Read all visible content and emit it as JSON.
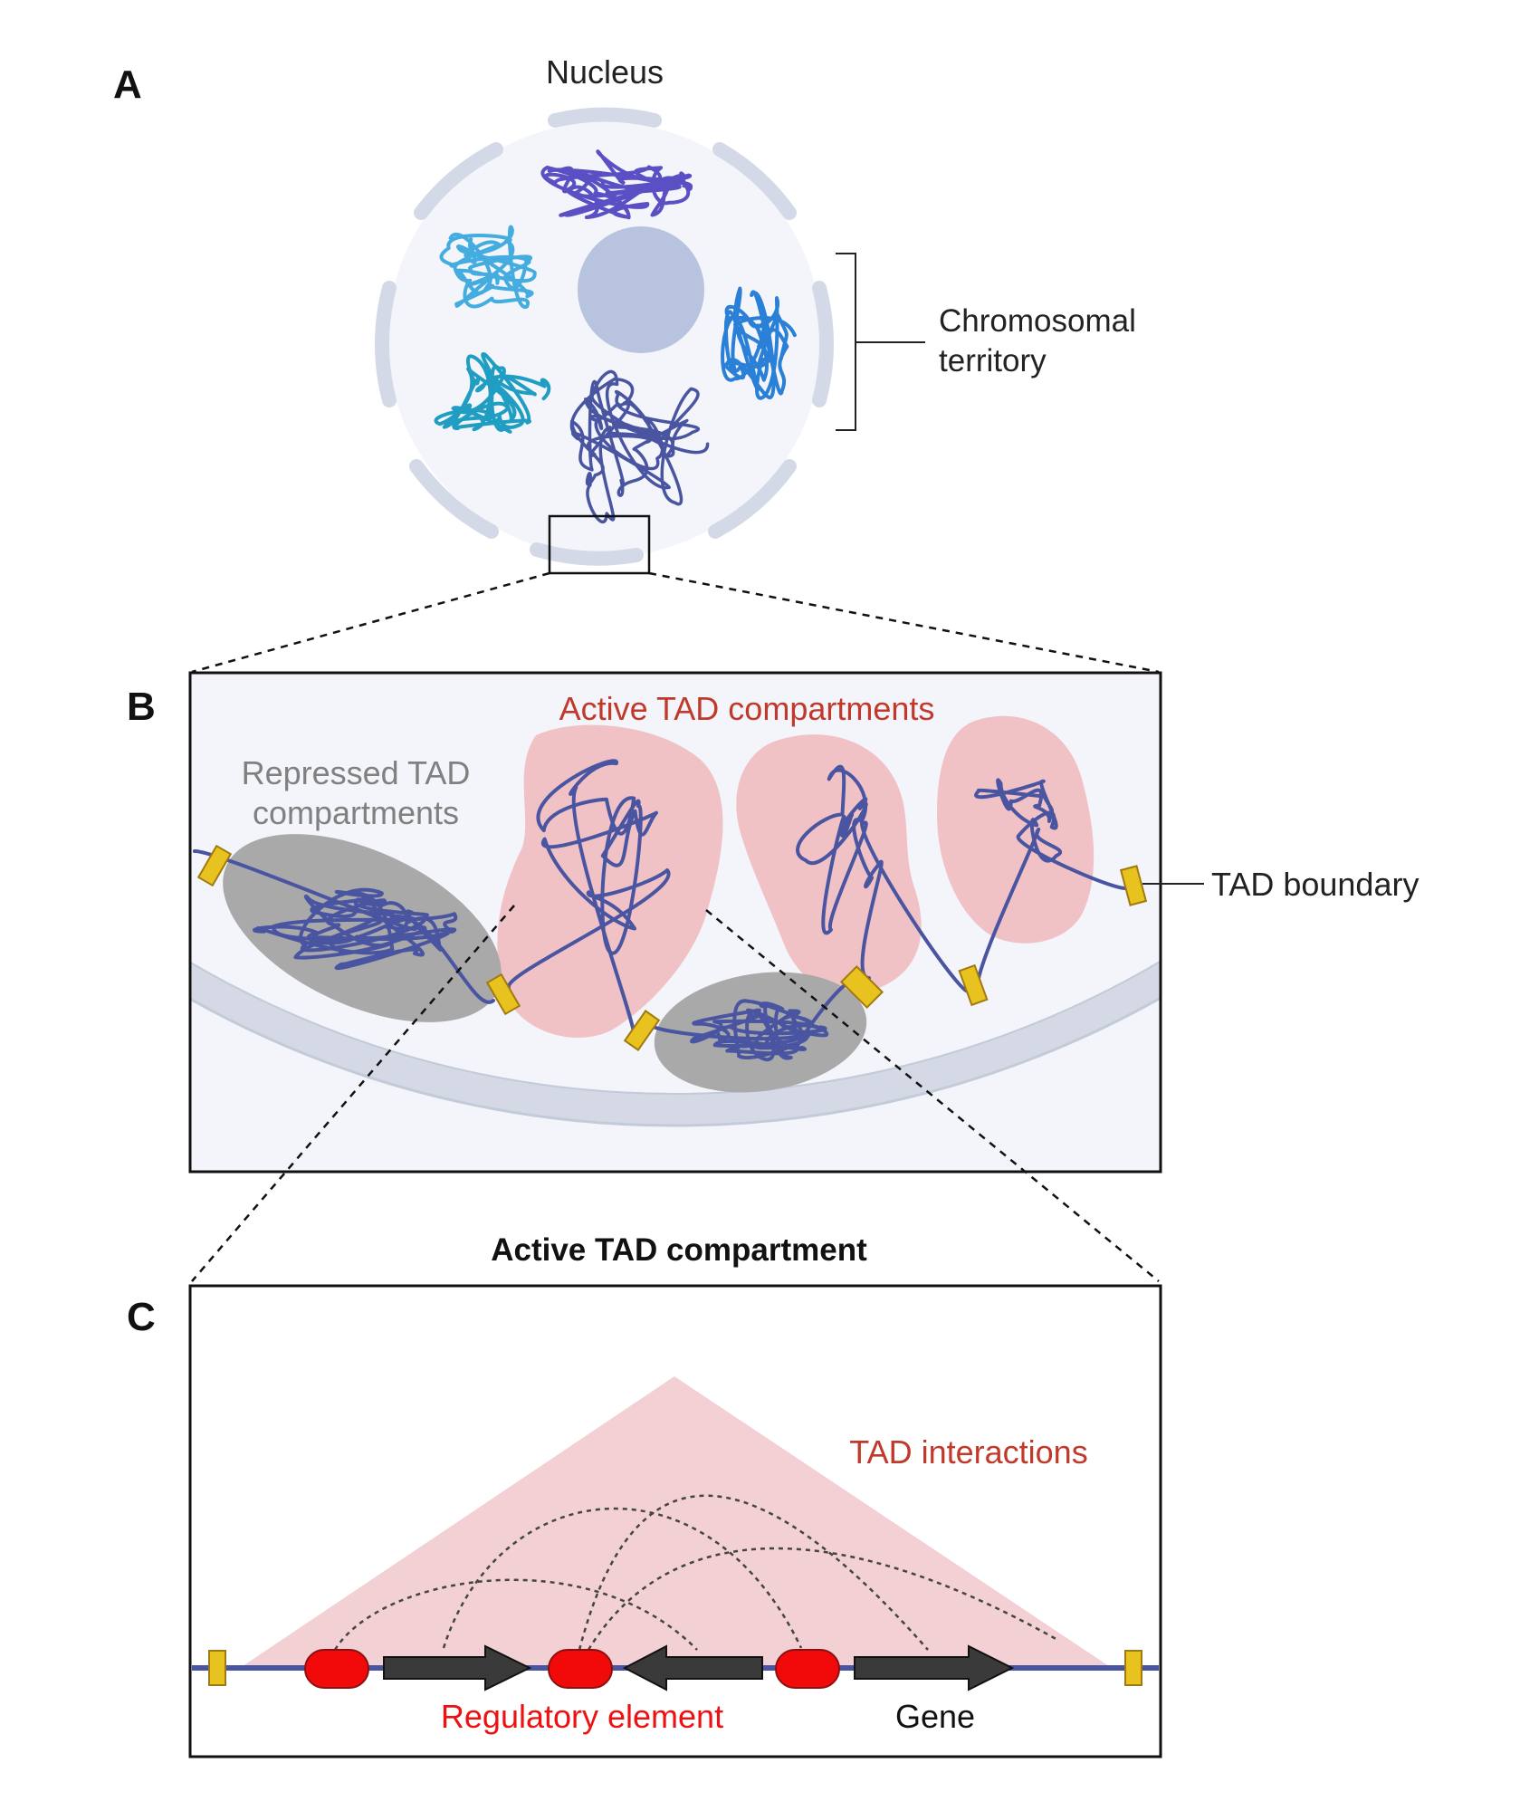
{
  "panels": {
    "a": {
      "letter": "A",
      "nucleus_label": "Nucleus",
      "territory_label_line1": "Chromosomal",
      "territory_label_line2": "territory"
    },
    "b": {
      "letter": "B",
      "active_label": "Active TAD compartments",
      "repressed_label_line1": "Repressed TAD",
      "repressed_label_line2": "compartments",
      "boundary_label": "TAD boundary"
    },
    "c": {
      "letter": "C",
      "title": "Active TAD compartment",
      "interactions_label": "TAD interactions",
      "regulatory_label": "Regulatory element",
      "gene_label": "Gene"
    }
  },
  "colors": {
    "chromatin_dark": "#4a55a2",
    "chromatin_violet": "#5b4fc4",
    "chromatin_sky": "#45ace0",
    "chromatin_teal": "#1f9dc2",
    "chromatin_blue": "#2a7fd6",
    "nucleolus": "#b7c3e0",
    "envelope": "#d7dce8",
    "active_region": "#f1c2c5",
    "repressed_region": "#a9a9a9",
    "boundary": "#e8c21e",
    "regulatory": "#f20a0a",
    "gene_arrow": "#3c3c3c",
    "active_text": "#c0392b",
    "repressed_text": "#808080",
    "regulatory_text": "#ee1111"
  }
}
